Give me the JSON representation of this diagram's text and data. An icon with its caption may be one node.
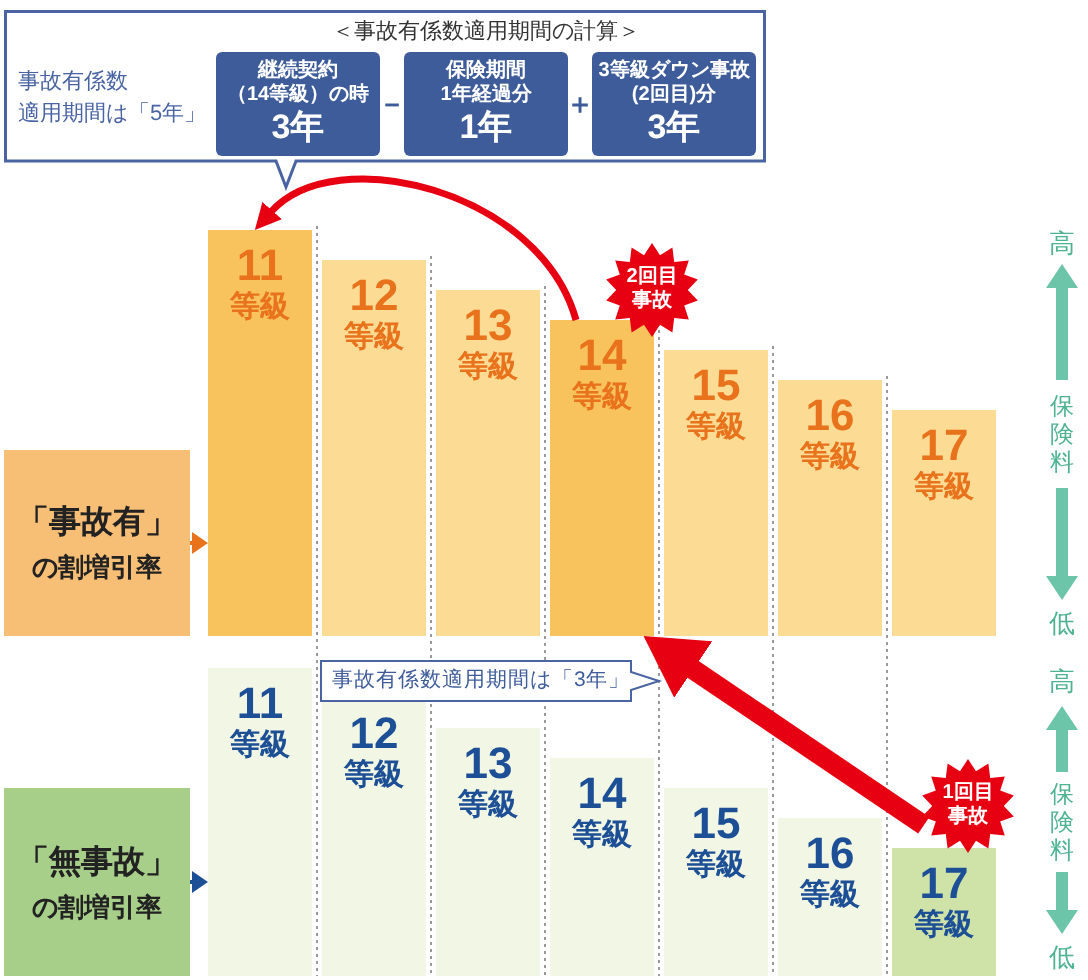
{
  "diagram": {
    "nodes": [
      {
        "text": [
          "＜事故有係数適用期間の計算＞",
          "事故有係数適用期間は「5年」"
        ]
      },
      {
        "text": [
          "継続契約（14等級）の時",
          "3年"
        ],
        "in": 0
      },
      {
        "text": [
          "保険期間1年経過分",
          "1年"
        ],
        "in": 0
      },
      {
        "text": [
          "3等級ダウン事故(2回目)分",
          "3年"
        ],
        "in": 0
      },
      {
        "text": [
          "「事故有」",
          "の割増引率"
        ]
      },
      {
        "text": [
          "11",
          "等級"
        ]
      },
      {
        "text": [
          "12",
          "等級"
        ]
      },
      {
        "text": [
          "13",
          "等級"
        ]
      },
      {
        "text": [
          "14",
          "等級"
        ]
      },
      {
        "text": [
          "15",
          "等級"
        ]
      },
      {
        "text": [
          "16",
          "等級"
        ]
      },
      {
        "text": [
          "17",
          "等級"
        ]
      },
      {
        "text": [
          "「無事故」",
          "の割増引率"
        ]
      },
      {
        "text": [
          "11",
          "等級"
        ]
      },
      {
        "text": [
          "12",
          "等級"
        ]
      },
      {
        "text": [
          "13",
          "等級"
        ]
      },
      {
        "text": [
          "14",
          "等級"
        ]
      },
      {
        "text": [
          "15",
          "等級"
        ]
      },
      {
        "text": [
          "16",
          "等級"
        ]
      },
      {
        "text": [
          "17",
          "等級"
        ]
      },
      {
        "text": [
          "2回目事故"
        ]
      },
      {
        "text": [
          "1回目事故"
        ]
      },
      {
        "text": [
          "事故有係数適用期間は「3年」"
        ]
      }
    ],
    "edges": [
      {
        "from": 4,
        "to": 5,
        "arrow": "to",
        "color": "#e8731c"
      },
      {
        "from": 12,
        "to": 13,
        "arrow": "to",
        "color": "#1d4f96"
      },
      {
        "from": 21,
        "to": 8,
        "arrow": "to",
        "style": "thick"
      },
      {
        "from": 8,
        "to": 5,
        "arrow": "to"
      }
    ],
    "labels": [
      "－",
      "＋",
      "高",
      "保険料",
      "低",
      "高",
      "保険料",
      "低"
    ]
  }
}
